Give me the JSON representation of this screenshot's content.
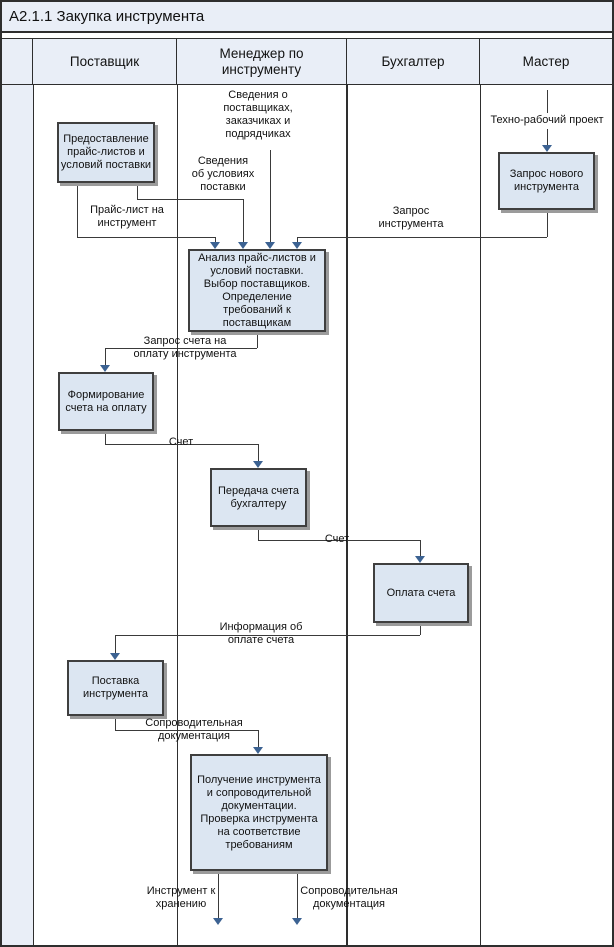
{
  "title": "А2.1.1 Закупка инструмента",
  "lanes": [
    {
      "label": "Поставщик"
    },
    {
      "label": "Менеджер по\nинструменту"
    },
    {
      "label": "Бухгалтер"
    },
    {
      "label": "Мастер"
    }
  ],
  "boxes": [
    {
      "id": "provide-price-lists",
      "label": "Предоставление\nпрайс-листов и\nусловий поставки"
    },
    {
      "id": "analyze-price-lists",
      "label": "Анализ прайс-листов и\nусловий поставки.\nВыбор поставщиков.\nОпределение\nтребований к\nпоставщикам"
    },
    {
      "id": "form-invoice",
      "label": "Формирование\nсчета на оплату"
    },
    {
      "id": "transfer-invoice",
      "label": "Передача счета\nбухгалтеру"
    },
    {
      "id": "pay-invoice",
      "label": "Оплата счета"
    },
    {
      "id": "deliver-tools",
      "label": "Поставка\nинструмента"
    },
    {
      "id": "receive-tools",
      "label": "Получение инструмента\nи сопроводительной\nдокументации.\nПроверка инструмента\nна соответствие\nтребованиям"
    },
    {
      "id": "request-new-tool",
      "label": "Запрос нового\nинструмента"
    }
  ],
  "flow_labels": [
    {
      "id": "supplier-info",
      "text": "Сведения о\nпоставщиках,\nзаказчиках и\nподрядчиках"
    },
    {
      "id": "delivery-terms",
      "text": "Сведения\nоб условиях\nпоставки"
    },
    {
      "id": "price-list",
      "text": "Прайс-лист на\nинструмент"
    },
    {
      "id": "techno-project",
      "text": "Техно-рабочий проект"
    },
    {
      "id": "tool-request",
      "text": "Запрос\nинструмента"
    },
    {
      "id": "invoice-request",
      "text": "Запрос счета на\nоплату инструмента"
    },
    {
      "id": "invoice-1",
      "text": "Счет"
    },
    {
      "id": "invoice-2",
      "text": "Счет"
    },
    {
      "id": "payment-info",
      "text": "Информация об\nоплате счета"
    },
    {
      "id": "accompanying-docs-1",
      "text": "Сопроводительная\nдокументация"
    },
    {
      "id": "tool-to-storage",
      "text": "Инструмент к\nхранению"
    },
    {
      "id": "accompanying-docs-2",
      "text": "Сопроводительная\nдокументация"
    }
  ],
  "colors": {
    "band_fill": "#e9eef7",
    "box_fill": "#dce6f2",
    "box_border": "#3f3f3f",
    "line": "#3a3a3a",
    "arrow": "#3c6292",
    "shadow": "#9b9b9b"
  }
}
